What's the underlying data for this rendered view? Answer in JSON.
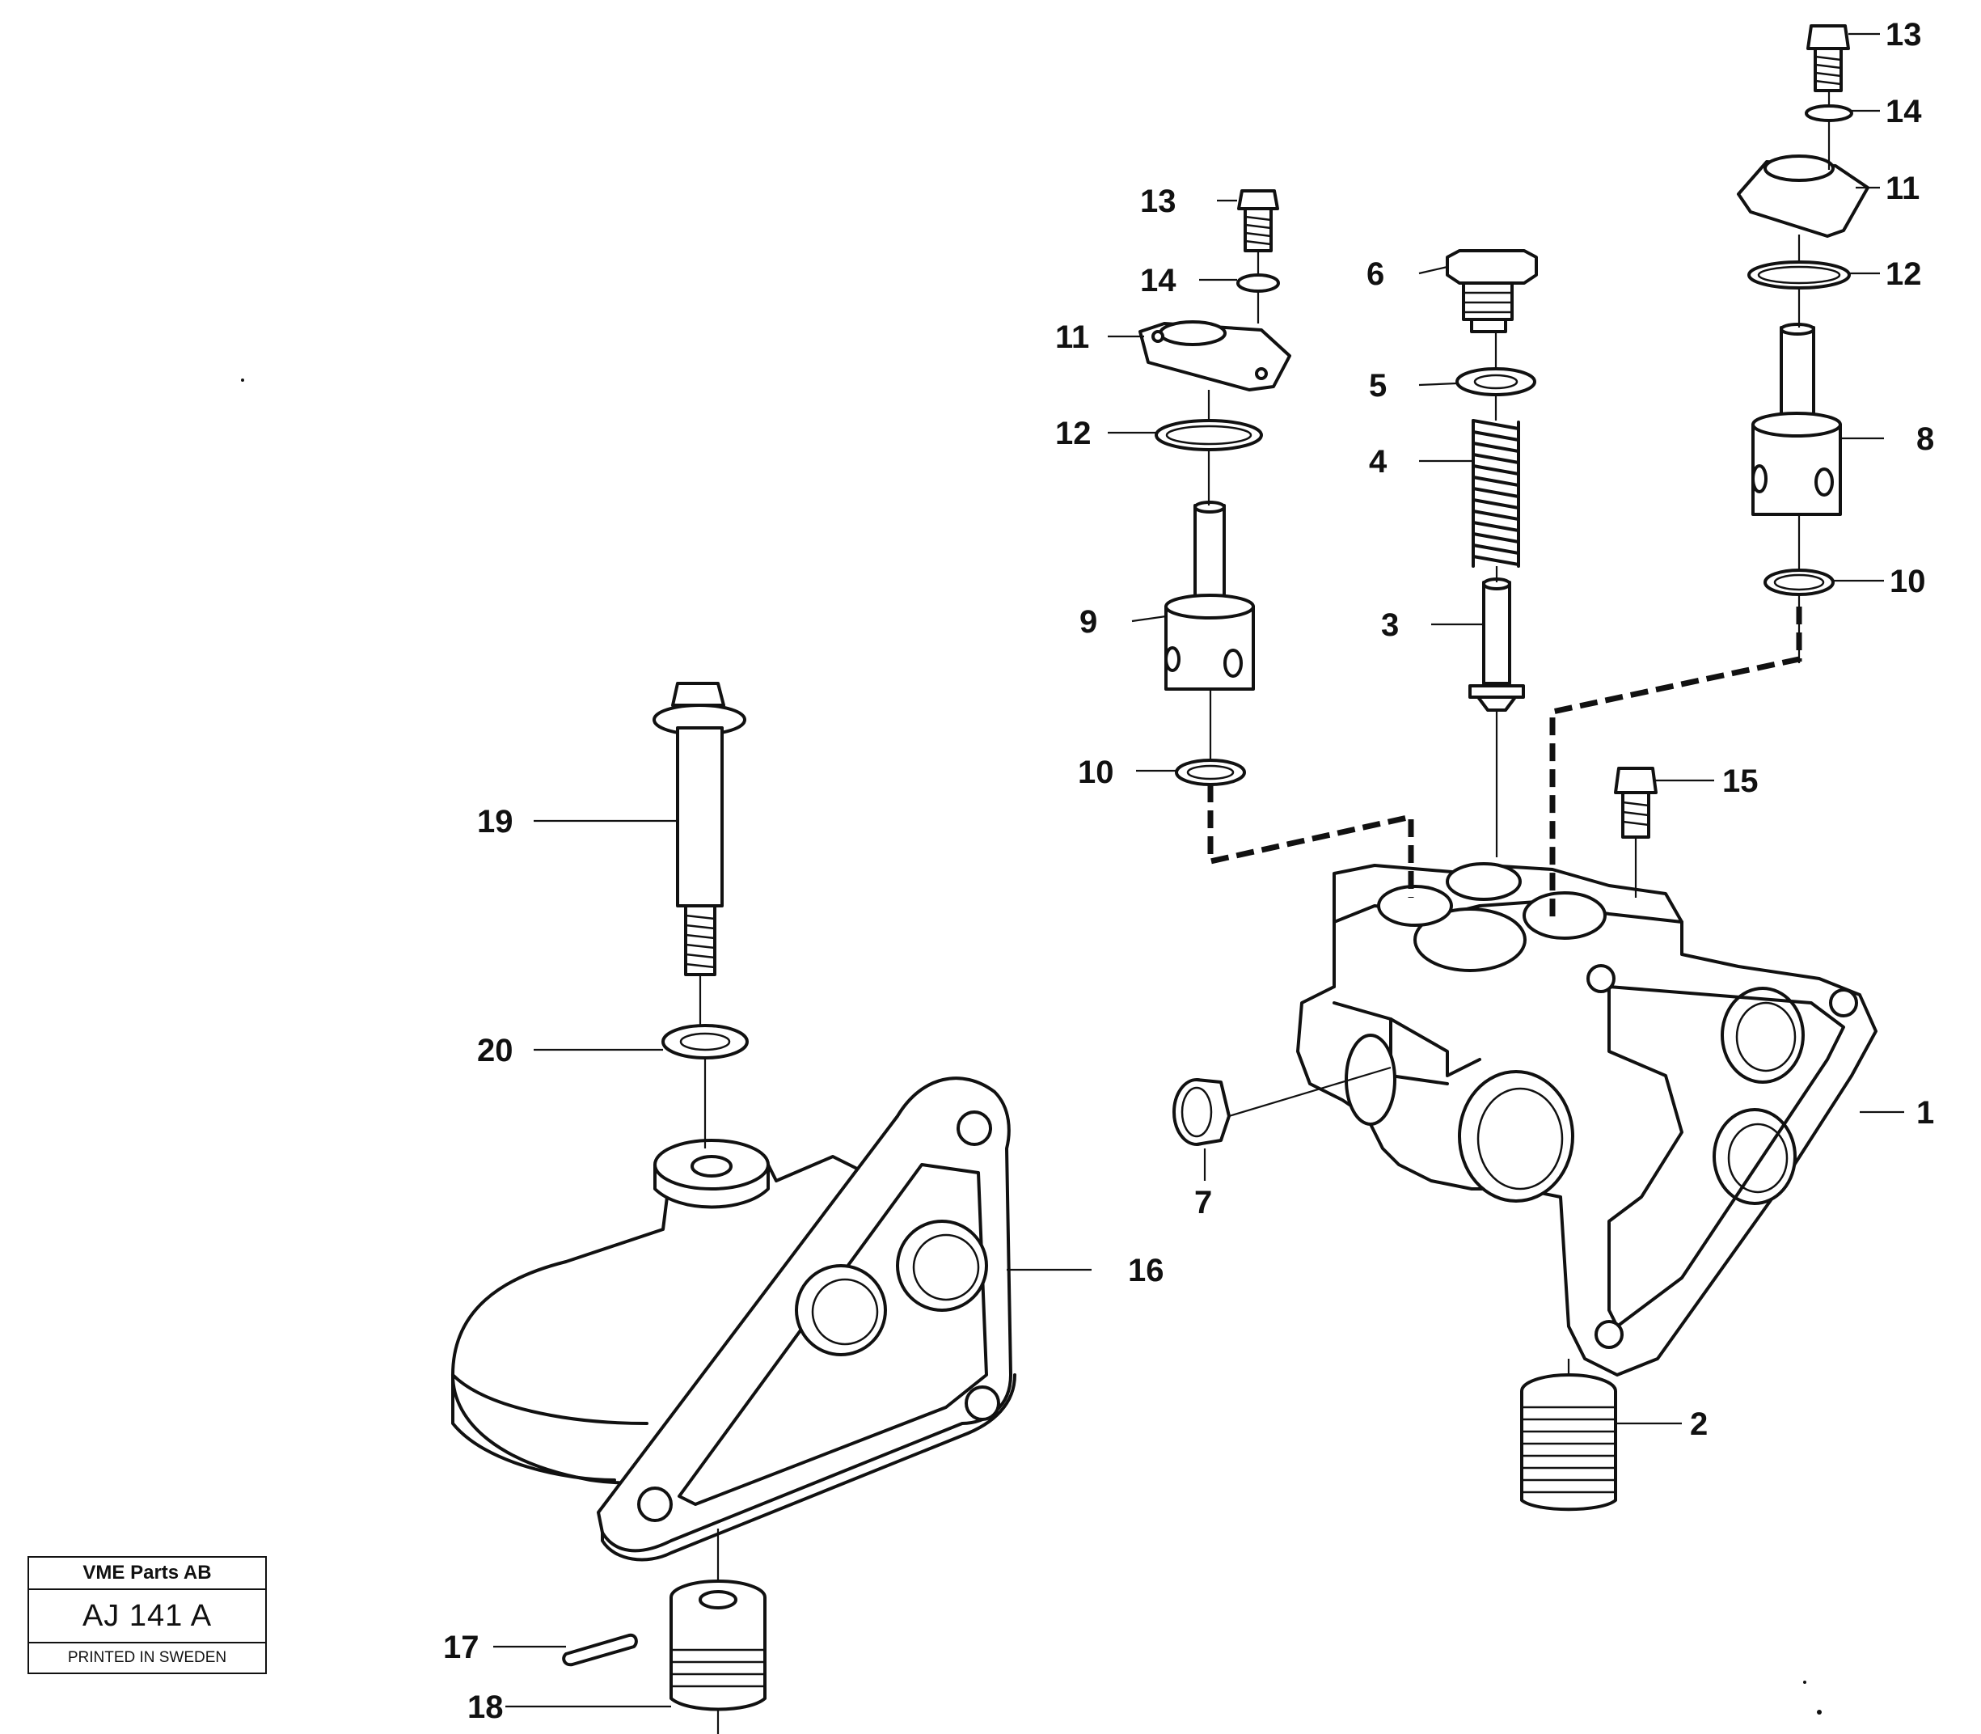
{
  "callouts": {
    "c1": "1",
    "c2": "2",
    "c3": "3",
    "c4": "4",
    "c5": "5",
    "c6": "6",
    "c7": "7",
    "c8": "8",
    "c9": "9",
    "c10a": "10",
    "c10b": "10",
    "c11a": "11",
    "c11b": "11",
    "c12a": "12",
    "c12b": "12",
    "c13a": "13",
    "c13b": "13",
    "c14a": "14",
    "c14b": "14",
    "c15": "15",
    "c16": "16",
    "c17": "17",
    "c18": "18",
    "c19": "19",
    "c20": "20"
  },
  "stamp": {
    "company": "VME Parts AB",
    "code": "AJ 141  A",
    "printed": "PRINTED IN SWEDEN"
  }
}
